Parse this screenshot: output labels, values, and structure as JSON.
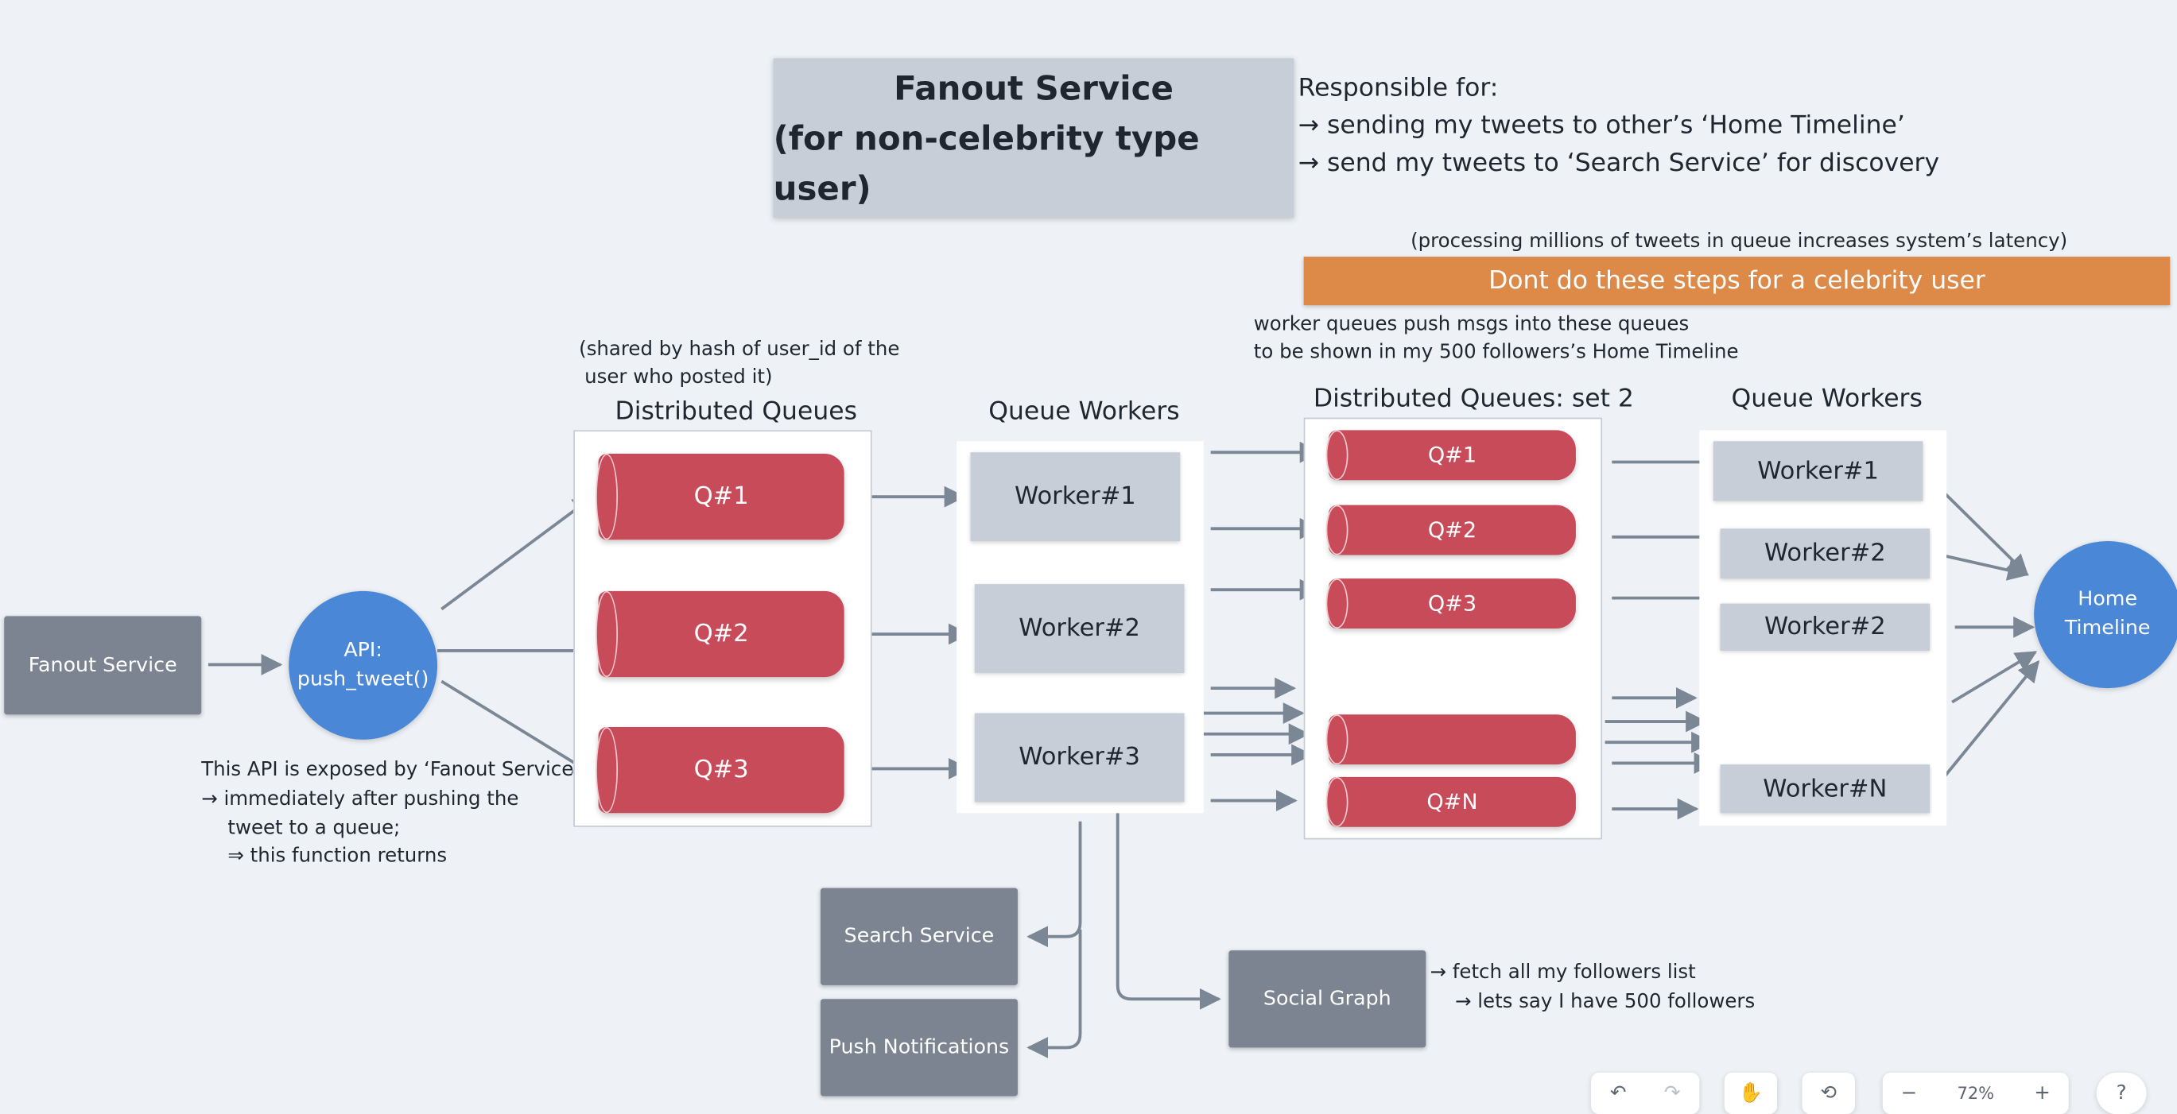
{
  "title": {
    "line1": "Fanout Service",
    "line2": "(for non-celebrity type user)"
  },
  "responsible": {
    "heading": "Responsible for:",
    "item1": "→ sending my tweets to other’s ‘Home Timeline’",
    "item2": "→ send my tweets to ‘Search Service’ for discovery"
  },
  "latency_note": "(processing millions of tweets in queue increases system’s latency)",
  "celebrity_banner": "Dont do these steps for a celebrity user",
  "worker_queue_note": {
    "line1": "worker queues push msgs into these queues",
    "line2": "to be shown in my 500 followers’s Home Timeline"
  },
  "shard_note": {
    "line1": "(shared by hash of user_id of the",
    "line2": "user who posted it)"
  },
  "fanout_service_label": "Fanout Service",
  "api_circle": {
    "line1": "API:",
    "line2": "push_tweet()"
  },
  "api_note": {
    "line1": "This API is exposed by ‘Fanout Service’",
    "line2": "→ immediately after pushing the",
    "line3": "tweet to a queue;",
    "line4": "⇒ this function returns"
  },
  "distributed_queues": {
    "title": "Distributed Queues",
    "queues": [
      "Q#1",
      "Q#2",
      "Q#3"
    ]
  },
  "queue_workers_1": {
    "title": "Queue Workers",
    "workers": [
      "Worker#1",
      "Worker#2",
      "Worker#3"
    ]
  },
  "distributed_queues_2": {
    "title": "Distributed Queues: set 2",
    "queues": [
      "Q#1",
      "Q#2",
      "Q#3",
      "",
      "Q#N"
    ]
  },
  "queue_workers_2": {
    "title": "Queue Workers",
    "workers": [
      "Worker#1",
      "Worker#2",
      "Worker#2",
      "Worker#N"
    ]
  },
  "home_timeline": {
    "line1": "Home",
    "line2": "Timeline"
  },
  "search_service": "Search Service",
  "push_notifications": "Push Notifications",
  "social_graph": "Social Graph",
  "social_note": {
    "line1": "→ fetch all my followers list",
    "line2": "→ lets say I have 500 followers"
  },
  "toolbar": {
    "zoom": "72%",
    "zoom_out": "−",
    "zoom_in": "+",
    "help": "?"
  },
  "colors": {
    "queue": "#c84b5a",
    "worker": "#c7ced7",
    "service": "#7b8490",
    "circle": "#4a87d6",
    "banner": "#dd8a48",
    "arrow": "#7b8794"
  }
}
